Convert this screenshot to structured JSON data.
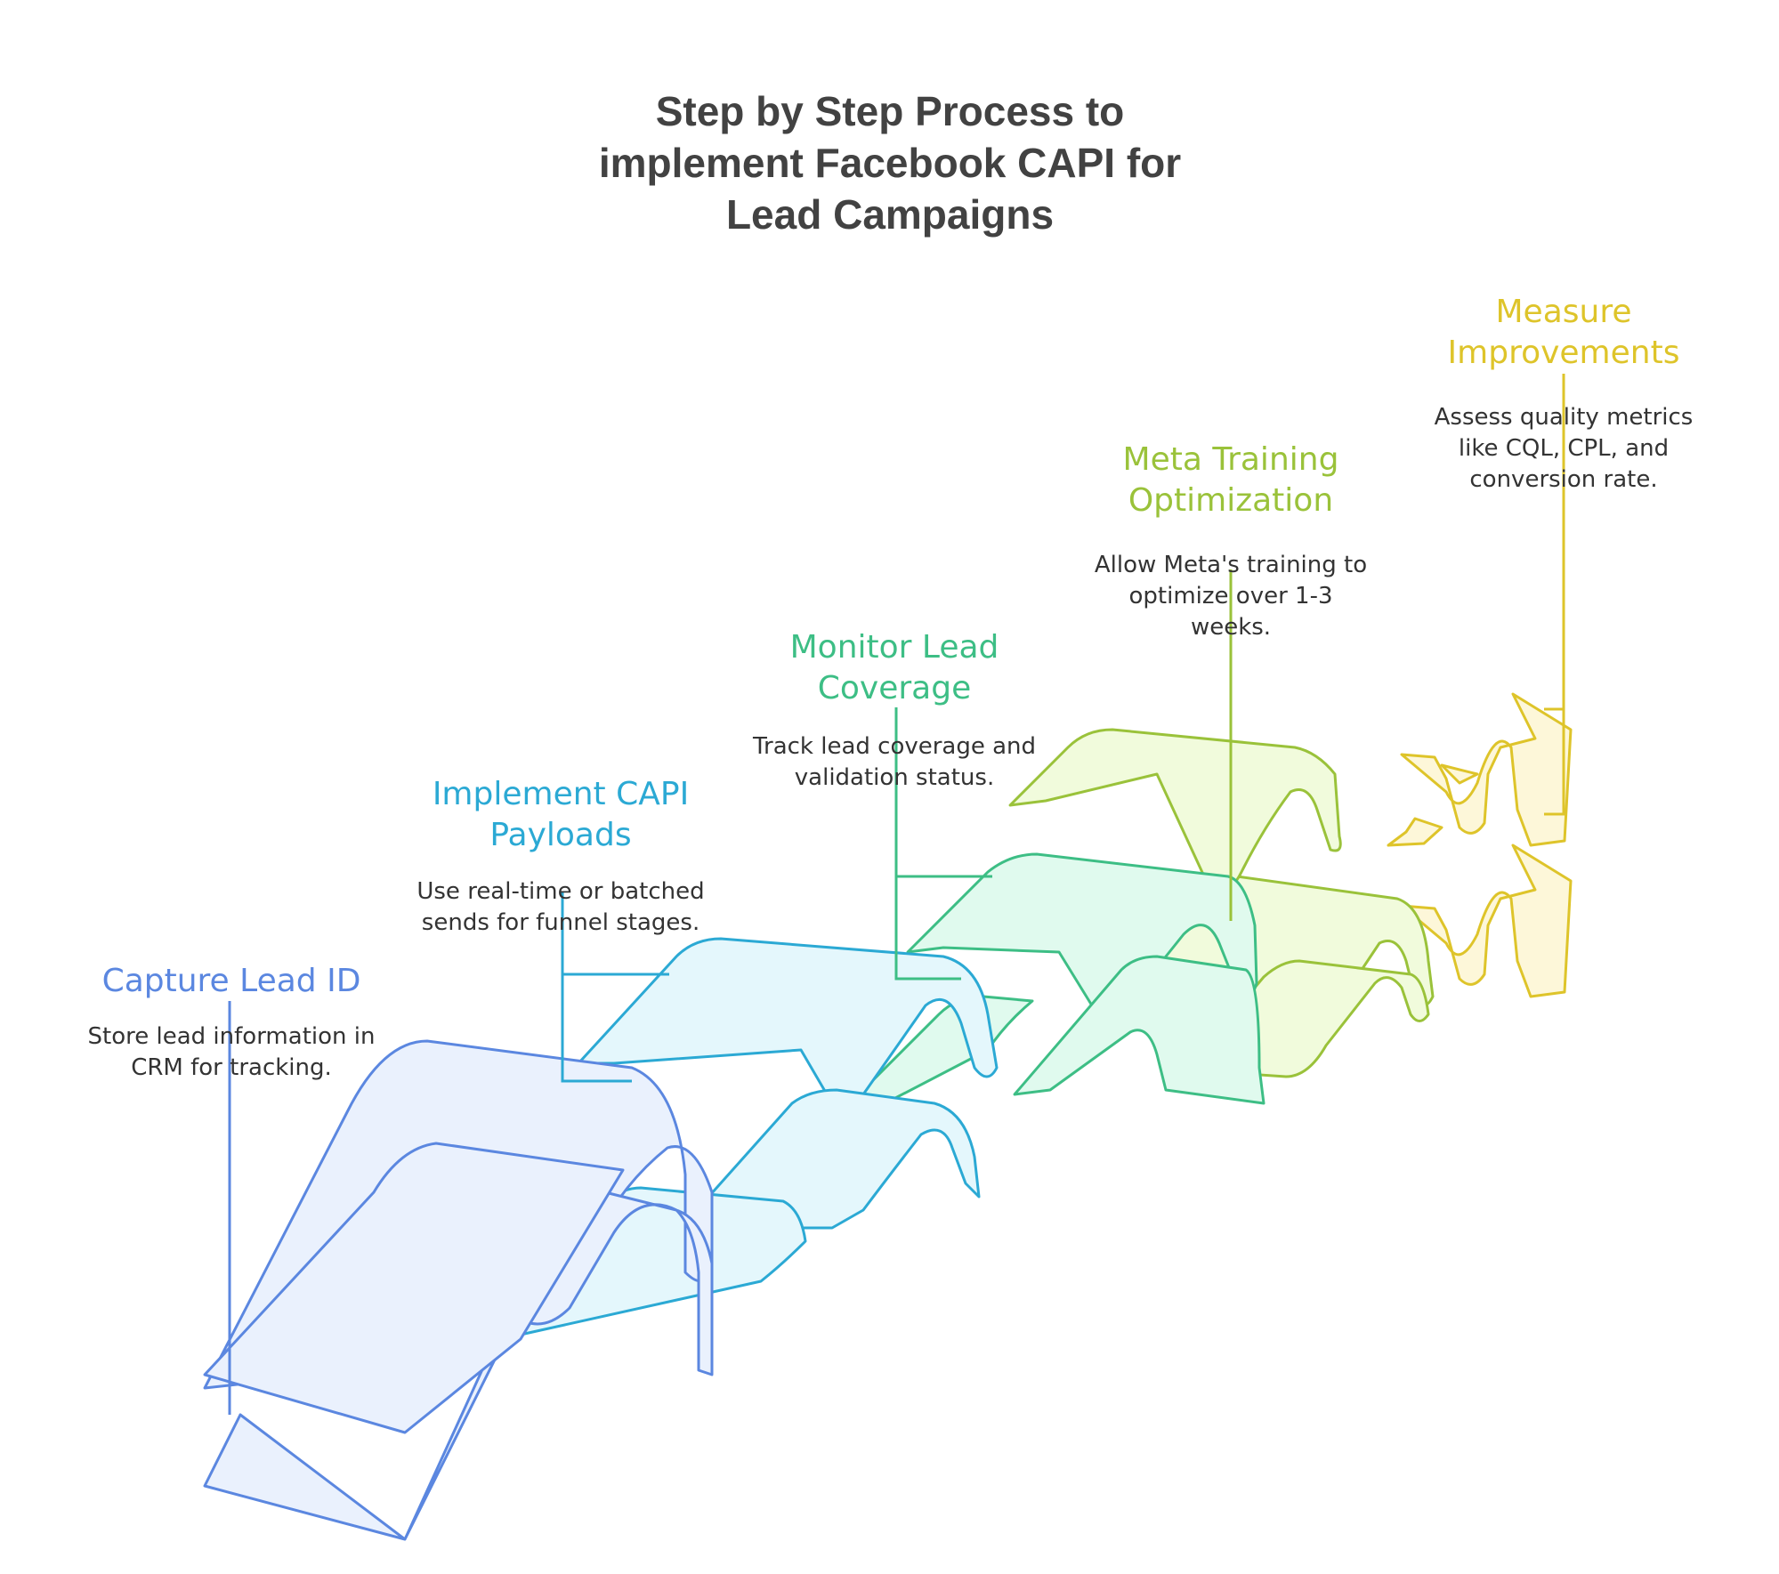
{
  "title": {
    "line1": "Step by Step Process to",
    "line2": "implement Facebook CAPI for",
    "line3": "Lead Campaigns"
  },
  "steps": [
    {
      "title": [
        "Capture Lead ID"
      ],
      "description": [
        "Store lead information in",
        "CRM for tracking."
      ],
      "color": "#5B87E0",
      "fill": "#EAF1FD"
    },
    {
      "title": [
        "Implement CAPI",
        "Payloads"
      ],
      "description": [
        "Use real-time or batched",
        "sends for funnel stages."
      ],
      "color": "#2BA9D4",
      "fill": "#E4F7FC"
    },
    {
      "title": [
        "Monitor Lead",
        "Coverage"
      ],
      "description": [
        "Track lead coverage and",
        "validation status."
      ],
      "color": "#3DBE85",
      "fill": "#E0FAEE"
    },
    {
      "title": [
        "Meta Training",
        "Optimization"
      ],
      "description": [
        "Allow Meta's training to",
        "optimize over 1-3",
        "weeks."
      ],
      "color": "#9AC23A",
      "fill": "#F1FBDC"
    },
    {
      "title": [
        "Measure",
        "Improvements"
      ],
      "description": [
        "Assess quality metrics",
        "like CQL, CPL, and",
        "conversion rate."
      ],
      "color": "#DEC42A",
      "fill": "#FDF7D9"
    }
  ]
}
